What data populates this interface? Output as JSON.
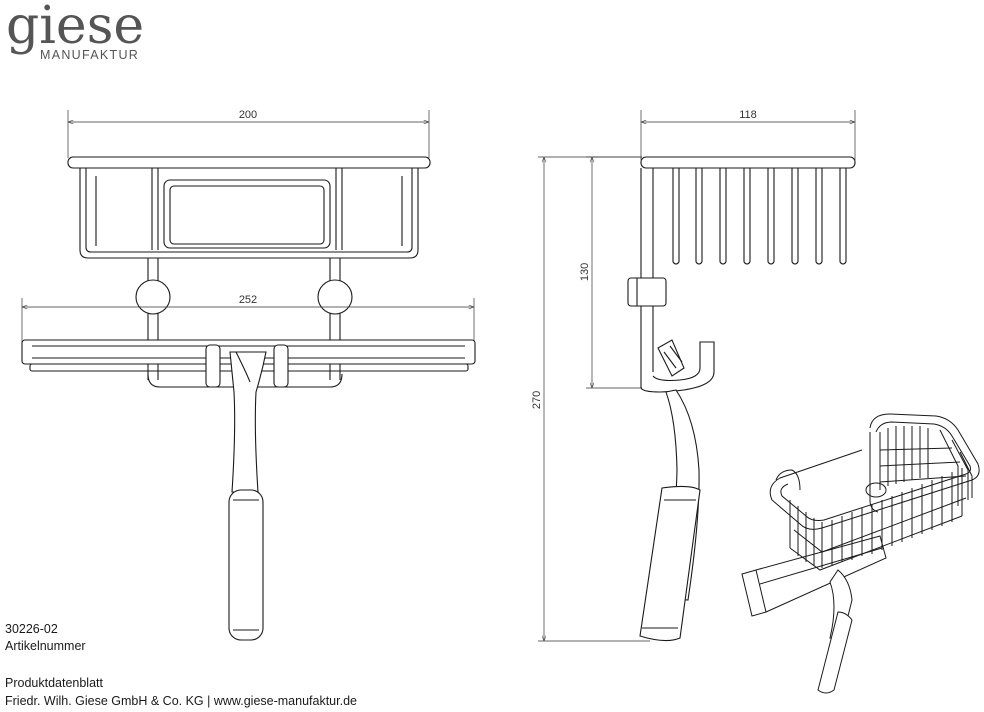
{
  "brand": {
    "wordmark": "giese",
    "subline": "MANUFAKTUR"
  },
  "dimensions": {
    "basket_width": "200",
    "squeegee_width": "252",
    "side_depth": "118",
    "side_height_small": "130",
    "total_height": "270"
  },
  "product": {
    "article_number": "30226-02",
    "article_label": "Artikelnummer",
    "sheet_title": "Produktdatenblatt",
    "company_line": "Friedr. Wilh. Giese GmbH & Co. KG | www.giese-manufaktur.de"
  },
  "colors": {
    "line": "#1a1a1a",
    "dimension": "#333333",
    "brand": "#555555"
  }
}
